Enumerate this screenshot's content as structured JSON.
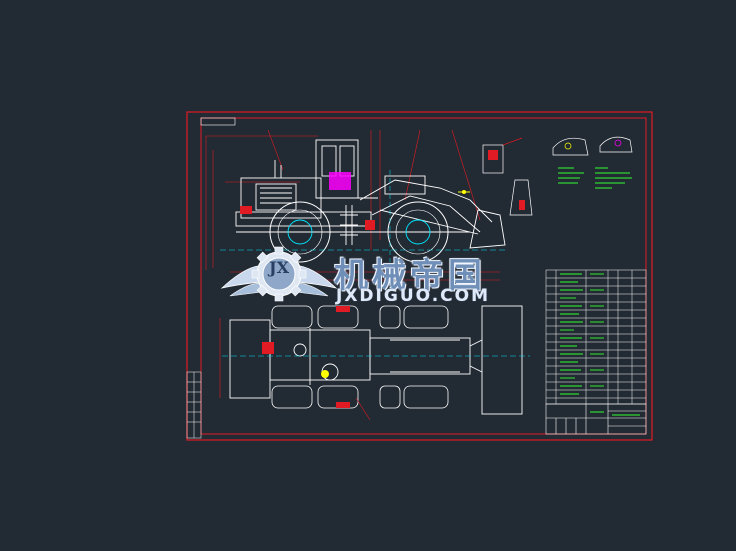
{
  "colors": {
    "background": "#222a33",
    "frame": "#e01b24",
    "linework": "#ffffff",
    "cyan": "#00e5ff",
    "green": "#33ff33",
    "magenta": "#ff00ff",
    "yellow": "#ffff00"
  },
  "watermark": {
    "logo_letters": "JX",
    "title_cn": "机械帝国",
    "site": "JXDIGUO.COM"
  },
  "icons": {
    "logo": "gear-wing-emblem"
  }
}
